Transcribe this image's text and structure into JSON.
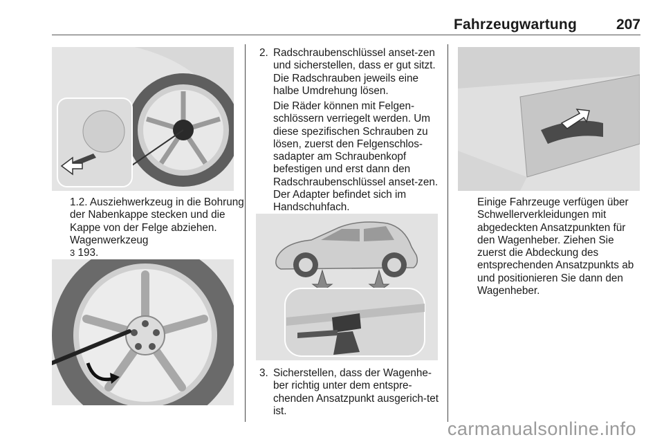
{
  "header": {
    "title": "Fahrzeugwartung",
    "page_number": "207"
  },
  "col1": {
    "caption": "1.2. Ausziehwerkzeug in die Bohrung der Nabenkappe stecken und die Kappe von der Felge abziehen. Wagenwerkzeug",
    "ref_symbol": "3",
    "ref_page": "193."
  },
  "col2": {
    "step2_num": "2.",
    "step2_text": "Radschraubenschlüssel anset-zen und sicherstellen, dass er gut sitzt. Die Radschrauben jeweils eine halbe Umdrehung lösen.",
    "step2_note": "Die Räder können mit Felgen-schlössern verriegelt werden. Um diese spezifischen Schrauben zu lösen, zuerst den Felgenschlos-sadapter am Schraubenkopf befestigen und erst dann den Radschraubenschlüssel anset-zen. Der Adapter befindet sich im Handschuhfach.",
    "step3_num": "3.",
    "step3_text": "Sicherstellen, dass der Wagenhe-ber richtig unter dem entspre-chenden Ansatzpunkt ausgerich-tet ist."
  },
  "col3": {
    "text": "Einige Fahrzeuge verfügen über Schwellerverkleidungen mit abgedeckten Ansatzpunkten für den Wagenheber. Ziehen Sie zuerst die Abdeckung des entsprechenden Ansatzpunkts ab und positionieren Sie dann den Wagenheber."
  },
  "watermark": "carmanualsonline.info"
}
